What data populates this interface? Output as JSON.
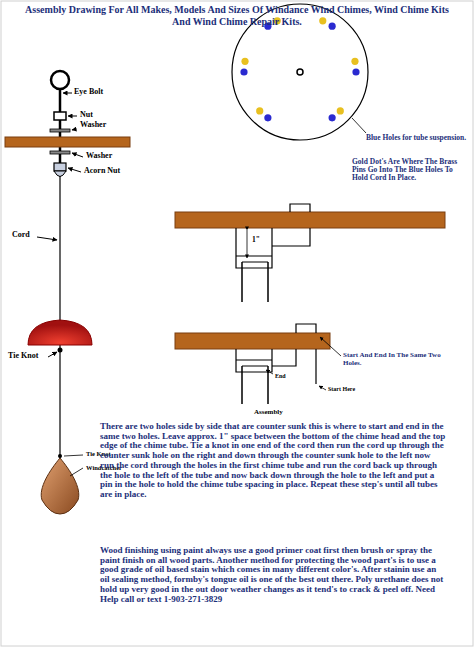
{
  "diagram": {
    "title": "Assembly Drawing For All Makes, Models And Sizes Of Windance Wind Chimes, Wind Chime Kits And Wind Chime Repair Kits.",
    "labels": [
      "Eye Bolt",
      "Nut",
      "Washer",
      "Washer",
      "Acorn Nut",
      "Cord",
      "Tie Knot",
      "Tie Knot",
      "Windcatcher",
      "Blue Holes for tube suspension.",
      "Gold Dot's Are Where The Brass Pins Go Into The Blue Holes To Hold Cord In Place.",
      "1\"",
      "Start And End In The Same Two Holes.",
      "End",
      "Start Here",
      "Assembly",
      "There are two holes side by side that are counter sunk this is where to start and end in the same two holes. Leave approx. 1\" space between the bottom of the chime head and the top edge of the chime tube. Tie a knot in one end of the cord then run the cord up through the counter sunk hole on the right and down through the counter sunk hole to the left now run the cord through the holes in the first chime tube and run the cord back up through the hole to the left of the tube and now back down through the hole to the left and put a pin in the hole to hold the chime tube spacing in place. Repeat these step's until all tubes are in place.",
      "Wood finishing using paint always use a good primer coat first then brush or spray the paint finish on all wood parts. Another method for protecting the wood part's is to use a good grade of oil based stain which comes in many different color's. After stainin use an oil sealing method, formby's tongue oil is one of the best out there. Poly urethane does not hold up very good in the out door weather changes as it tend's to crack & peel off. Need Help call or text 1-903-271-3829"
    ]
  }
}
